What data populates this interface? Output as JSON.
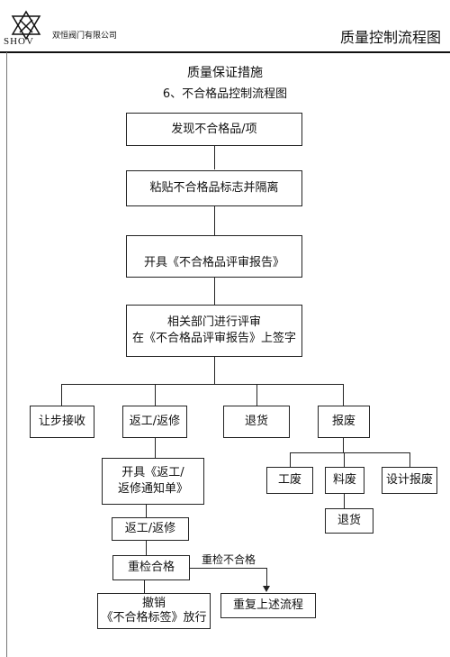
{
  "header": {
    "logo_text": "SHOV",
    "company": "双恒阀门有限公司",
    "doc_title": "质量控制流程图"
  },
  "section": {
    "title": "质量保证措施",
    "subtitle": "6、不合格品控制流程图"
  },
  "flow": {
    "discover": "发现不合格品/项",
    "tag": "粘贴不合格品标志并隔离",
    "report": "开具《不合格品评审报告》",
    "review_line1": "相关部门进行评审",
    "review_line2": "在《不合格品评审报告》上签字",
    "concession": "让步接收",
    "rework": "返工/返修",
    "return": "退货",
    "scrap": "报废",
    "scrap_labor": "工废",
    "scrap_material": "料废",
    "scrap_design": "设计报废",
    "scrap_material_return": "退货",
    "rework_notice_line1": "开具《返工/",
    "rework_notice_line2": "返修通知单》",
    "rework_action": "返工/返修",
    "reinspect": "重检合格",
    "reinspect_fail_label": "重检不合格",
    "repeat": "重复上述流程",
    "release_line1": "撤销",
    "release_line2": "《不合格标签》放行"
  }
}
